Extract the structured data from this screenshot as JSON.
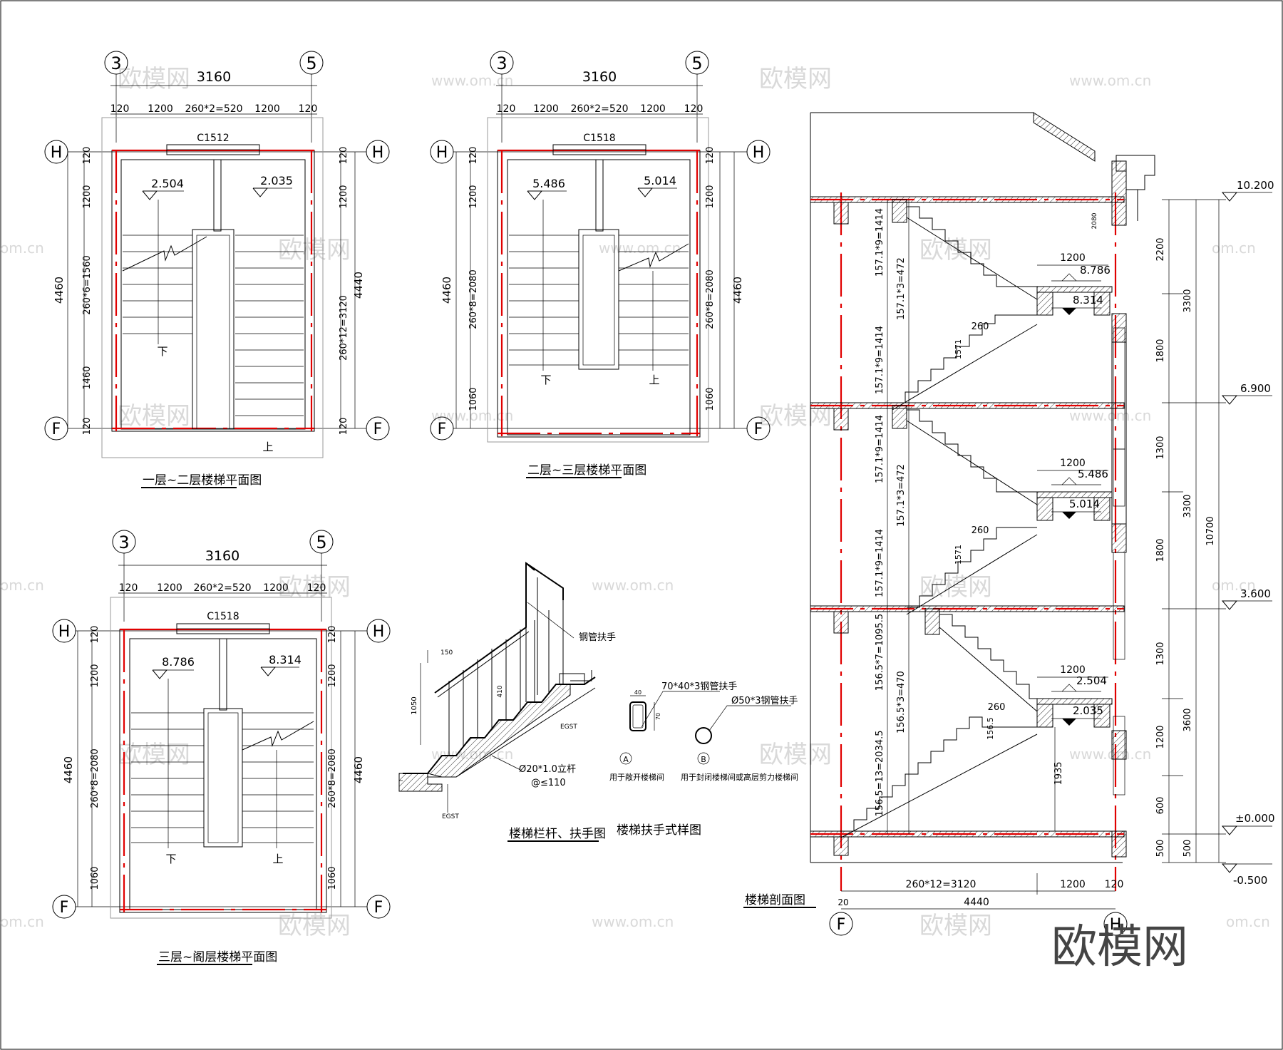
{
  "watermarks": {
    "brand": "欧模网",
    "site": "www.om.cn",
    "site_short": "om.cn"
  },
  "grid_marks": {
    "three": "3",
    "five": "5",
    "h": "H",
    "f": "F"
  },
  "plan1": {
    "title": "一层~二层楼梯平面图",
    "width_total": "3160",
    "width_parts": [
      "120",
      "1200",
      "260*2=520",
      "1200",
      "120"
    ],
    "window": "C1512",
    "level_left": "2.504",
    "level_right": "2.035",
    "depth_total": "4460",
    "left_dims": [
      "120",
      "1200",
      "260*6=1560",
      "1460",
      "120"
    ],
    "right_total": "4440",
    "right_dims": [
      "120",
      "1200",
      "260*12=3120",
      "120"
    ],
    "down": "下",
    "up": "上"
  },
  "plan2": {
    "title": "二层~三层楼梯平面图",
    "width_total": "3160",
    "width_parts": [
      "120",
      "1200",
      "260*2=520",
      "1200",
      "120"
    ],
    "window": "C1518",
    "level_left": "5.486",
    "level_right": "5.014",
    "depth_total": "4460",
    "left_dims": [
      "120",
      "1200",
      "260*8=2080",
      "1060"
    ],
    "right_dims": [
      "120",
      "1200",
      "260*8=2080",
      "1060"
    ],
    "down": "下",
    "up": "上"
  },
  "plan3": {
    "title": "三层~阁层楼梯平面图",
    "width_total": "3160",
    "width_parts": [
      "120",
      "1200",
      "260*2=520",
      "1200",
      "120"
    ],
    "window": "C1518",
    "level_left": "8.786",
    "level_right": "8.314",
    "depth_total": "4460",
    "left_dims": [
      "120",
      "1200",
      "260*8=2080",
      "1060"
    ],
    "right_dims": [
      "120",
      "1200",
      "260*8=2080",
      "1060"
    ],
    "down": "下",
    "up": "上"
  },
  "railing": {
    "title": "楼梯栏杆、扶手图",
    "handrail": "钢管扶手",
    "post": "Ø20*1.0立杆",
    "spacing": "@≤110",
    "dims": [
      "150",
      "1050",
      "410"
    ],
    "steel": "EGST"
  },
  "handrail_styles": {
    "title": "楼梯扶手式样图",
    "a_spec": "70*40*3钢管扶手",
    "b_spec": "Ø50*3钢管扶手",
    "a_mark": "A",
    "b_mark": "B",
    "a_note": "用于敞开楼梯间",
    "b_note": "用于封闭楼梯间或高层剪力楼梯间",
    "dim_40": "40",
    "dim_70": "70"
  },
  "section": {
    "title": "楼梯剖面图",
    "levels": [
      "10.200",
      "6.900",
      "3.600",
      "±0.000",
      "-0.500"
    ],
    "landing_levels": [
      "8.786",
      "8.314",
      "5.486",
      "5.014",
      "2.504",
      "2.035"
    ],
    "landing_width": "1200",
    "flight_dims": [
      "157.1*9=1414",
      "157.1*3=472",
      "157.1*9=1414",
      "157.1*9=1414",
      "157.1*3=472",
      "157.1*9=1414",
      "156.5*7=1095.5",
      "156.5*3=470",
      "156.5=13=2034.5"
    ],
    "riser_tags": [
      "1571",
      "1571",
      "156.5"
    ],
    "tread": "260",
    "right_dims_a": [
      "2200",
      "1800",
      "1300",
      "1800",
      "1300",
      "1200",
      "600",
      "500"
    ],
    "right_dims_b": [
      "3300",
      "3300",
      "3600",
      "500"
    ],
    "total": "10700",
    "bottom_dims": [
      "260*12=3120",
      "1200",
      "120"
    ],
    "bottom_total": "4440",
    "bottom_left": "20",
    "height_1935": "1935",
    "height_2080": "2080"
  }
}
